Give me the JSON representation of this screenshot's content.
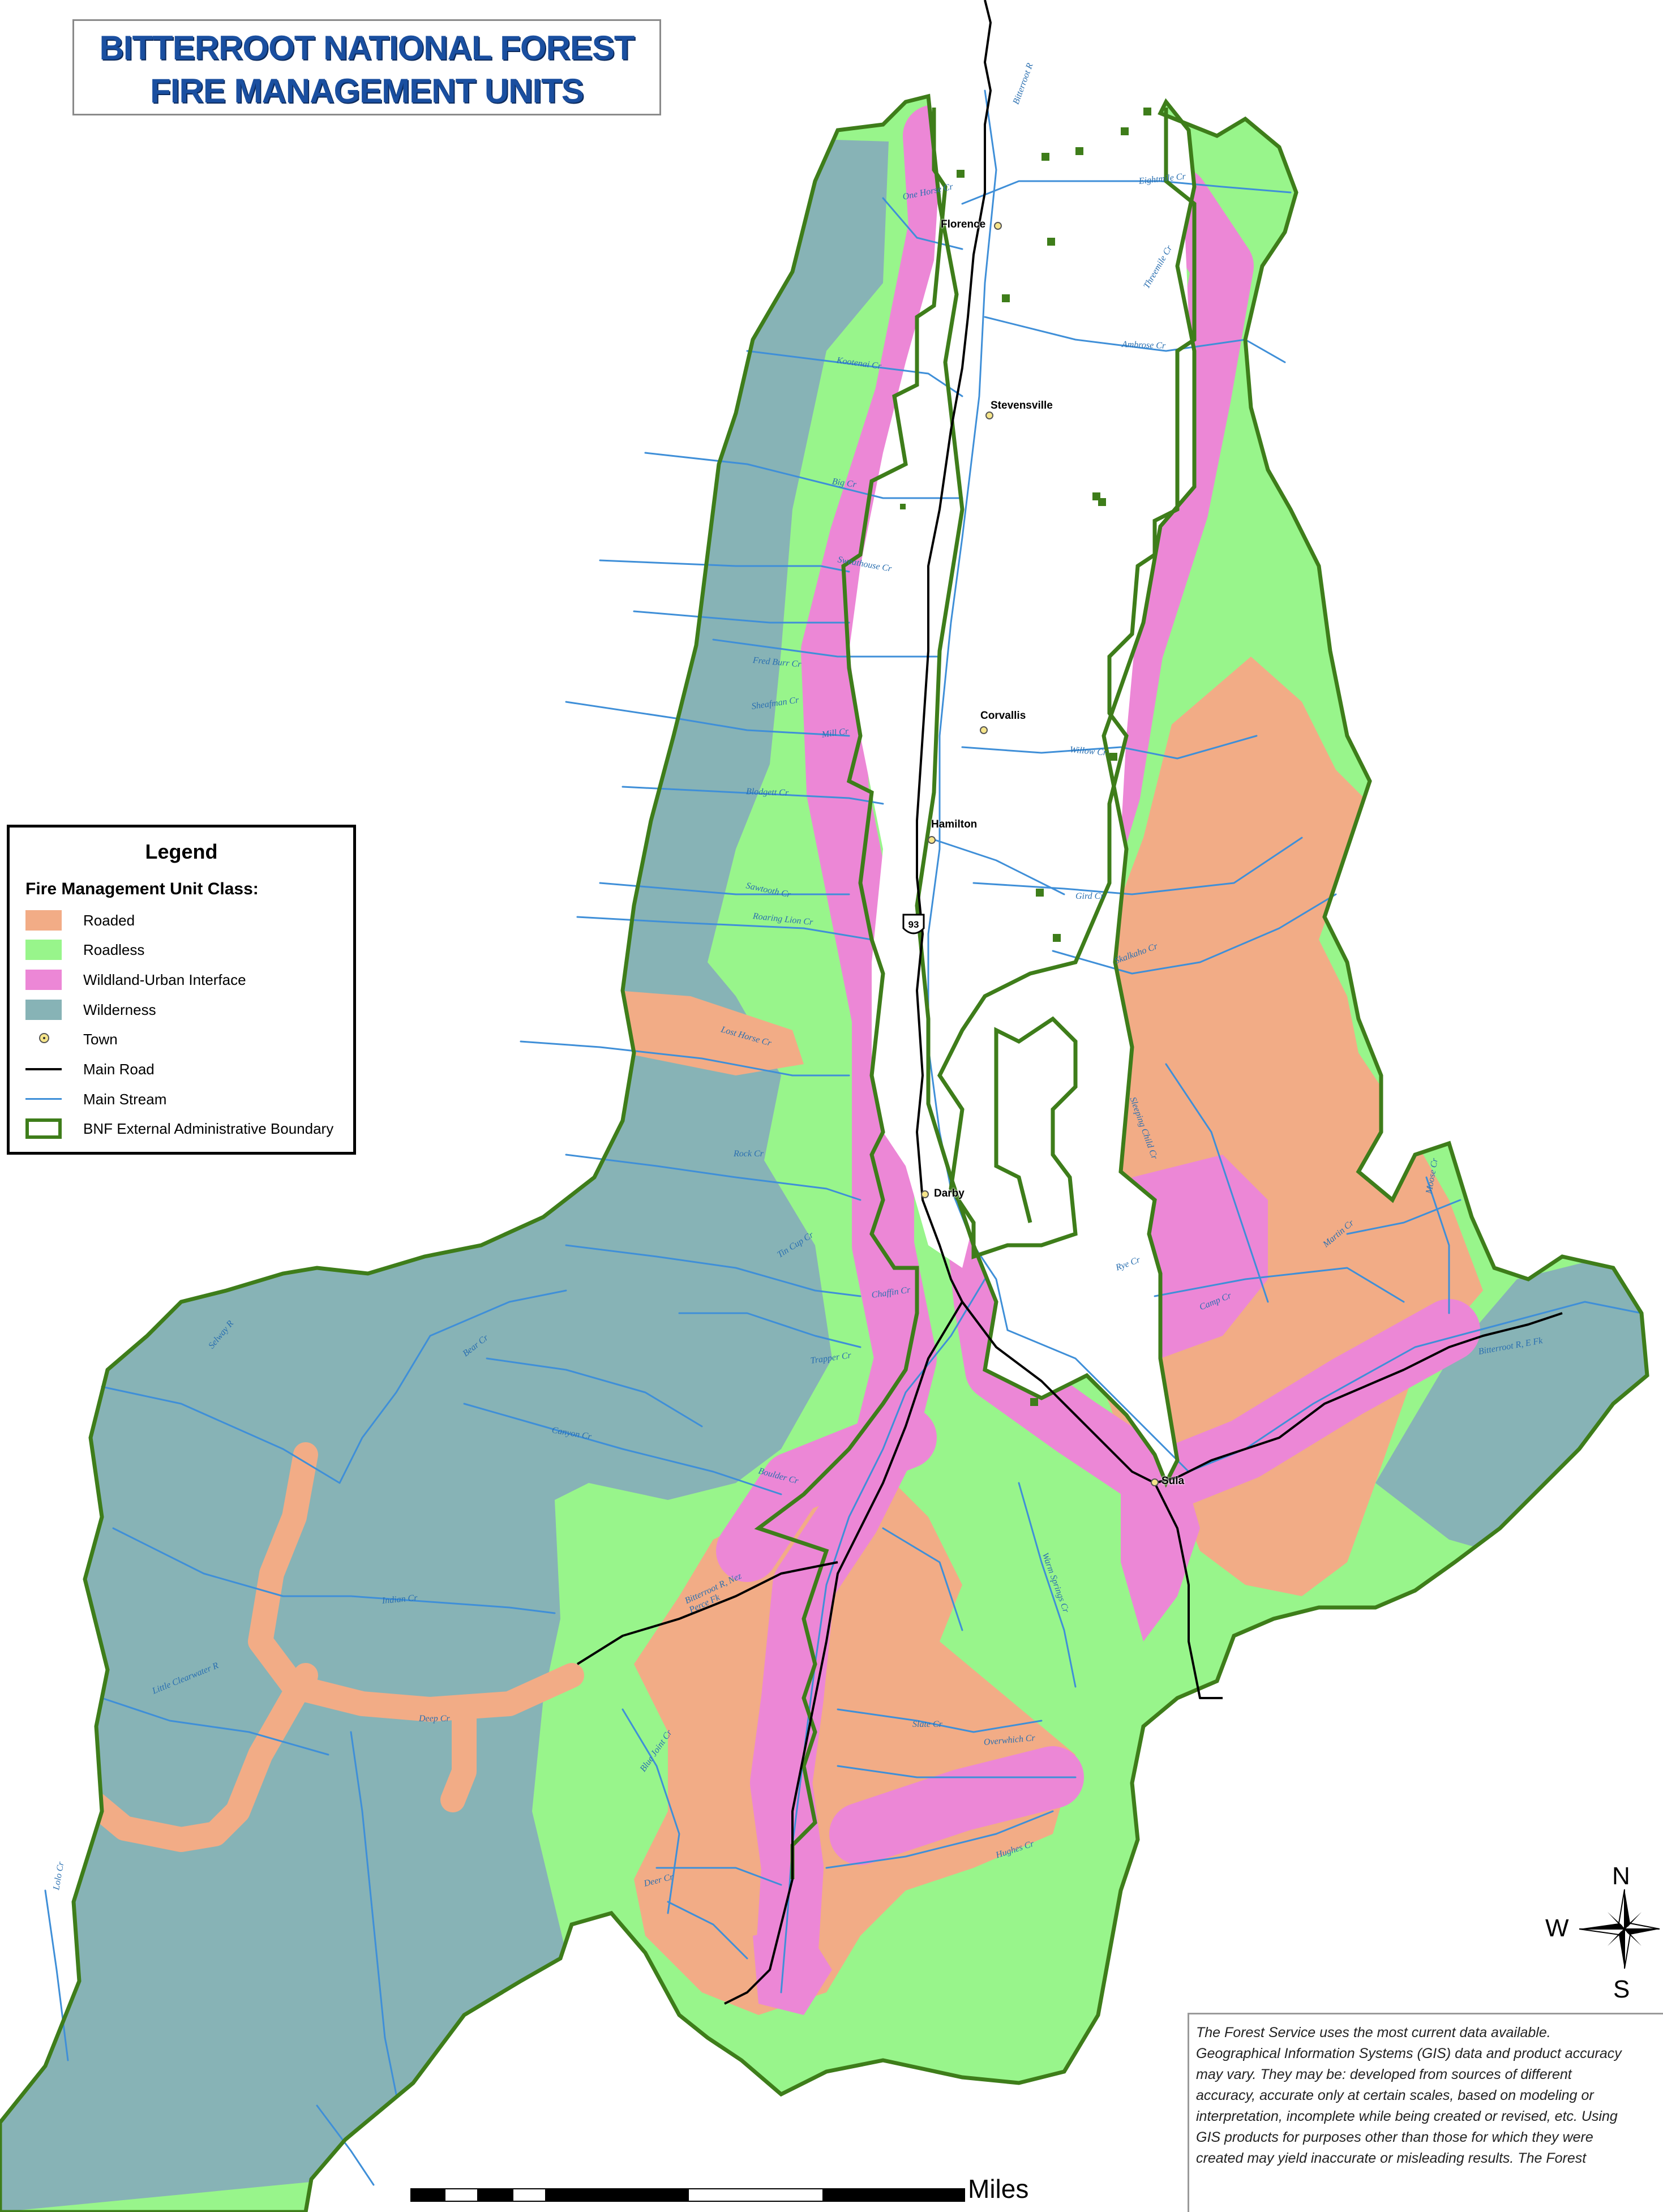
{
  "title": {
    "line1": "BITTERROOT NATIONAL FOREST",
    "line2": "FIRE MANAGEMENT UNITS"
  },
  "legend": {
    "title": "Legend",
    "subtitle": "Fire Management Unit Class:",
    "items": [
      {
        "label": "Roaded",
        "color": "#f2ac86",
        "kind": "fill"
      },
      {
        "label": "Roadless",
        "color": "#98f58b",
        "kind": "fill"
      },
      {
        "label": "Wildland-Urban Interface",
        "color": "#ec87d6",
        "kind": "fill"
      },
      {
        "label": "Wilderness",
        "color": "#87b3b6",
        "kind": "fill"
      },
      {
        "label": "Town",
        "color": "#f6e58a",
        "kind": "point"
      },
      {
        "label": "Main Road",
        "color": "#000000",
        "kind": "line"
      },
      {
        "label": "Main Stream",
        "color": "#3f8fd8",
        "kind": "line"
      },
      {
        "label": "BNF External Administrative Boundary",
        "color": "#3e7d1a",
        "kind": "outline"
      }
    ]
  },
  "towns": [
    {
      "name": "Florence"
    },
    {
      "name": "Stevensville"
    },
    {
      "name": "Corvallis"
    },
    {
      "name": "Hamilton"
    },
    {
      "name": "Darby"
    },
    {
      "name": "Sula"
    }
  ],
  "streams": [
    "Bitterroot R",
    "One Horse Cr",
    "Eightmile Cr",
    "Threemile Cr",
    "Ambrose Cr",
    "Kootenai Cr",
    "Big Cr",
    "Sweathouse Cr",
    "Fred Burr Cr",
    "Sheafman Cr",
    "Mill Cr",
    "Willow Cr",
    "Blodgett Cr",
    "Sawtooth Cr",
    "Roaring Lion Cr",
    "Sleeping Child Cr",
    "Skalkaho Cr",
    "Lost Horse Cr",
    "Rock Cr",
    "Tin Cup Cr",
    "Rye Cr",
    "Chaffin Cr",
    "Trapper Cr",
    "Martin Cr",
    "Moose Cr",
    "Camp Cr",
    "Bitterroot R, E Fk",
    "Boulder Cr",
    "Canyon Cr",
    "Bear Cr",
    "Selway R",
    "Indian Cr",
    "Warm Springs Cr",
    "Bitterroot R, Nez Perce Fk",
    "Little Clearwater R",
    "Deep Cr",
    "Slate Cr",
    "Overwhich Cr",
    "Blue Joint Cr",
    "Hughes Cr",
    "Deer Cr",
    "Gird Cr",
    "Lolo Cr"
  ],
  "route_shield": "93",
  "compass": {
    "n": "N",
    "w": "W",
    "s": "S"
  },
  "scale": {
    "unit": "Miles"
  },
  "colors": {
    "roaded": "#f2ac86",
    "roadless": "#98f58b",
    "wui": "#ec87d6",
    "wilderness": "#87b3b6",
    "boundary": "#3e7d1a",
    "stream": "#3f8fd8",
    "road": "#000000",
    "title": "#1a4fa0"
  },
  "disclaimer": [
    "The Forest Service uses the most current data available.",
    "Geographical Information Systems (GIS) data and product accuracy",
    "may vary. They may be: developed from sources of different",
    "accuracy, accurate only at certain scales, based on modeling or",
    "interpretation, incomplete while being created or revised, etc. Using",
    "GIS products for purposes other than those for which they were",
    "created may yield inaccurate or misleading results. The Forest"
  ]
}
